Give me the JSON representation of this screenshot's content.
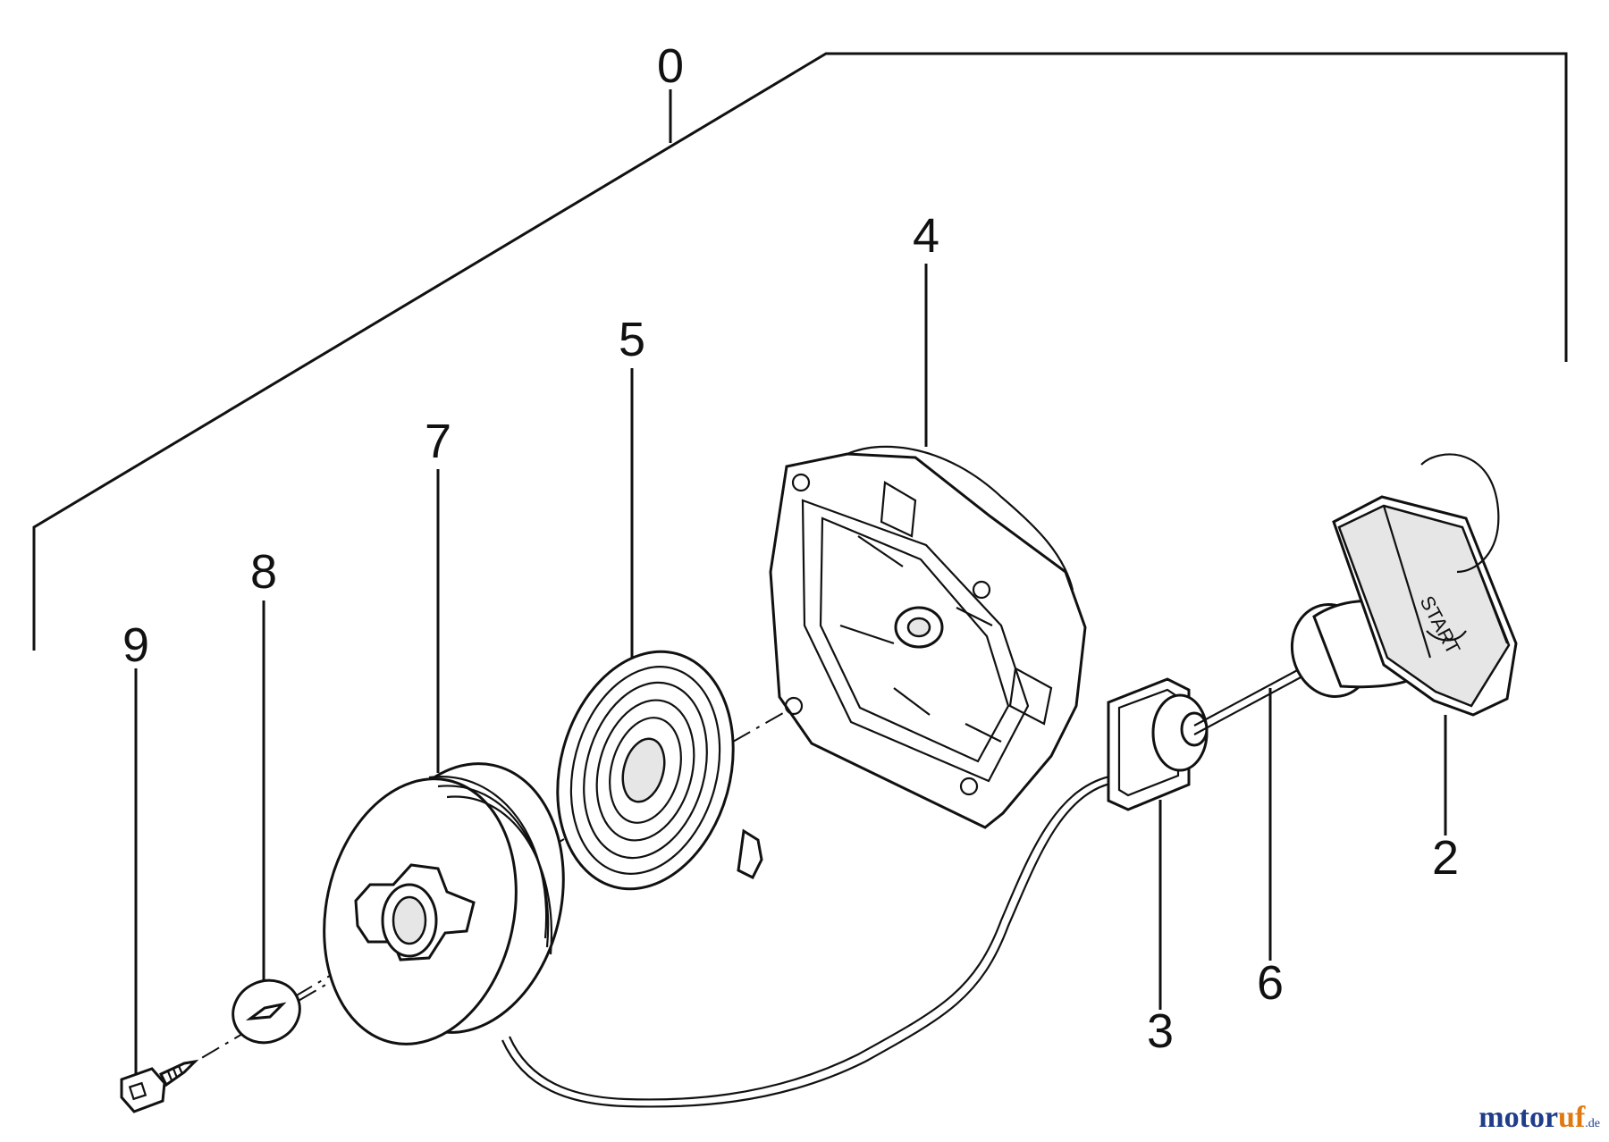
{
  "callouts": {
    "c0": "0",
    "c2": "2",
    "c3": "3",
    "c4": "4",
    "c5": "5",
    "c6": "6",
    "c7": "7",
    "c8": "8",
    "c9": "9"
  },
  "handle_text": "START",
  "watermark": {
    "main": "motor",
    "accent": "uf",
    "tld": ".de"
  },
  "colors": {
    "line": "#111111",
    "watermark_blue": "#1f3d8a",
    "watermark_orange": "#e07a10"
  }
}
